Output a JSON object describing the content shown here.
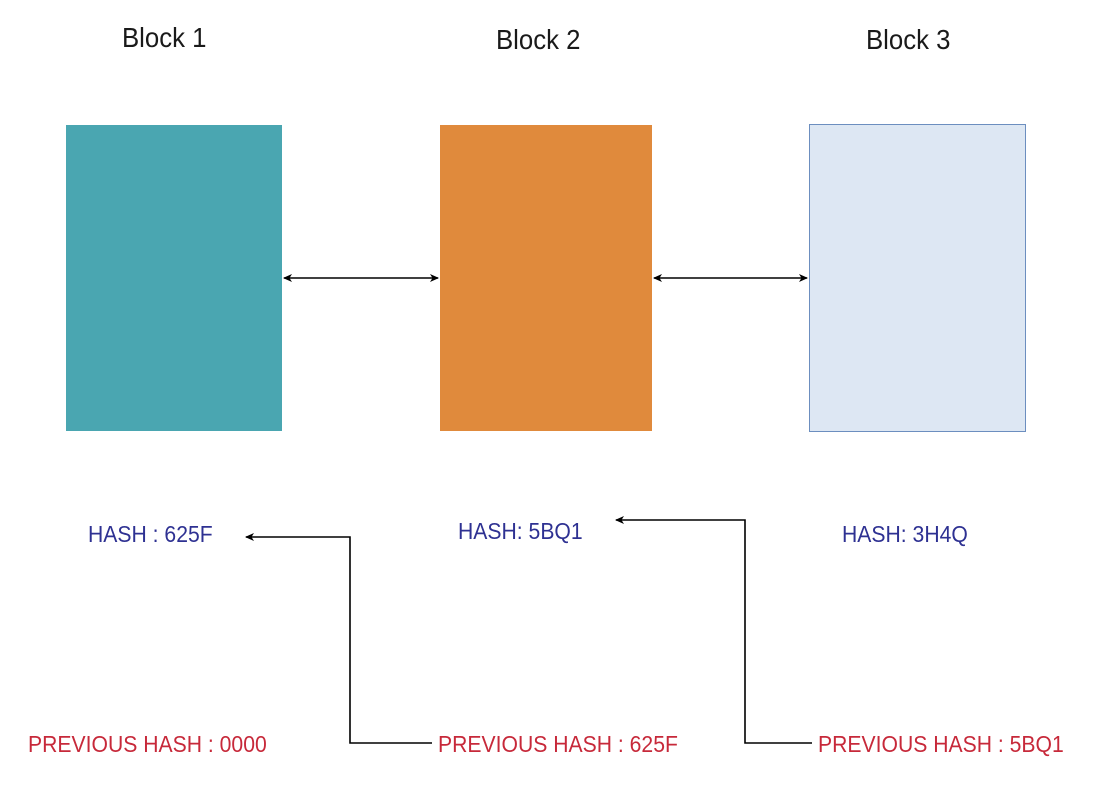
{
  "blocks": [
    {
      "title": "Block 1",
      "hash": "HASH : 625F",
      "previous_hash": "PREVIOUS HASH : 0000",
      "color": "#4aa6b1"
    },
    {
      "title": "Block 2",
      "hash": "HASH: 5BQ1",
      "previous_hash": "PREVIOUS HASH : 625F",
      "color": "#e08a3c"
    },
    {
      "title": "Block 3",
      "hash": "HASH: 3H4Q",
      "previous_hash": "PREVIOUS HASH : 5BQ1",
      "color": "#dde7f3",
      "border": "#6c8ebf"
    }
  ],
  "colors": {
    "hash_text": "#2e3192",
    "previous_hash_text": "#c7293a",
    "connector": "#000000"
  }
}
